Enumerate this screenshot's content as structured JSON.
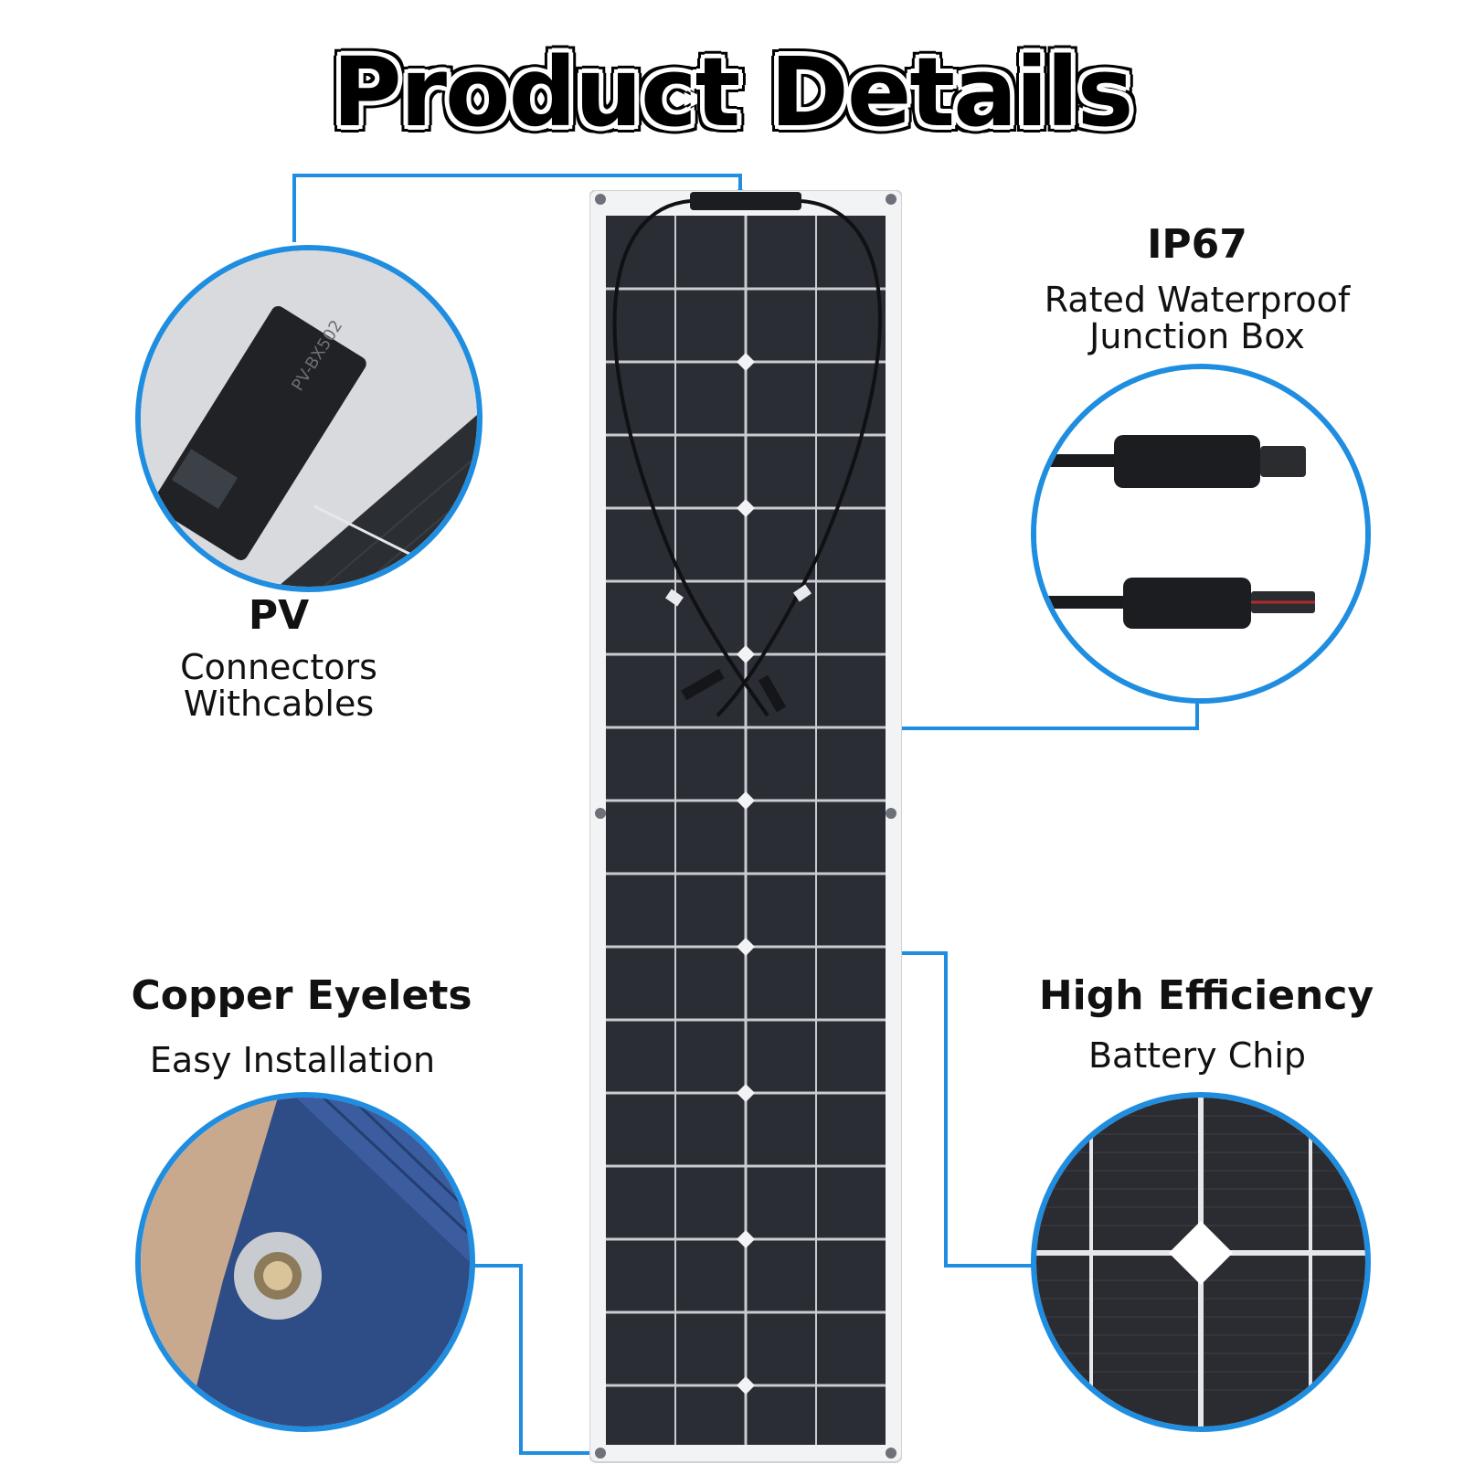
{
  "title": "Product Details",
  "features": {
    "pv": {
      "heading": "PV",
      "sub1": "Connectors",
      "sub2": "Withcables",
      "mark": "PV-BX502"
    },
    "ip67": {
      "heading": "IP67",
      "sub1": "Rated Waterproof",
      "sub2": "Junction Box"
    },
    "copper": {
      "heading": "Copper Eyelets",
      "sub1": "Easy Installation"
    },
    "efficiency": {
      "heading": "High Efficiency",
      "sub1": "Battery Chip"
    }
  },
  "colors": {
    "accent": "#1f8de0",
    "panel": "#2a2d33",
    "frame": "#f2f3f5"
  }
}
